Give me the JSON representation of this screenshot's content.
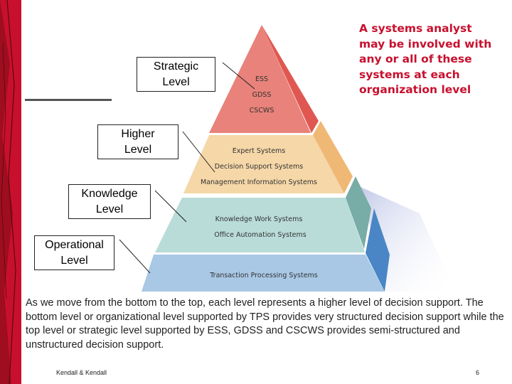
{
  "colors": {
    "band_red": "#c8102e",
    "band_dark": "#7a1010",
    "accent_red": "#c8102e",
    "tier_strategic": "#e8827a",
    "tier_higher": "#f5d7a8",
    "tier_knowledge": "#b9dcd8",
    "tier_operational": "#a9c8e6"
  },
  "levels": {
    "strategic": "Strategic\nLevel",
    "higher": "Higher\nLevel",
    "knowledge": "Knowledge\nLevel",
    "operational": "Operational\nLevel"
  },
  "pyramid": {
    "strategic": [
      "ESS",
      "GDSS",
      "CSCWS"
    ],
    "higher": [
      "Expert Systems",
      "Decision Support Systems",
      "Management Information Systems"
    ],
    "knowledge": [
      "Knowledge Work Systems",
      "Office Automation Systems"
    ],
    "operational": [
      "Transaction Processing Systems"
    ]
  },
  "note": "A systems analyst may be involved with any or all of these systems at each organization level",
  "caption": "As we move from the bottom to the top, each level represents a higher level of decision support. The bottom level or organizational level supported by TPS provides very structured decision support while the top level or strategic level supported by ESS, GDSS and CSCWS provides semi-structured and unstructured decision support.",
  "footer": {
    "author": "Kendall & Kendall",
    "page": "6"
  }
}
